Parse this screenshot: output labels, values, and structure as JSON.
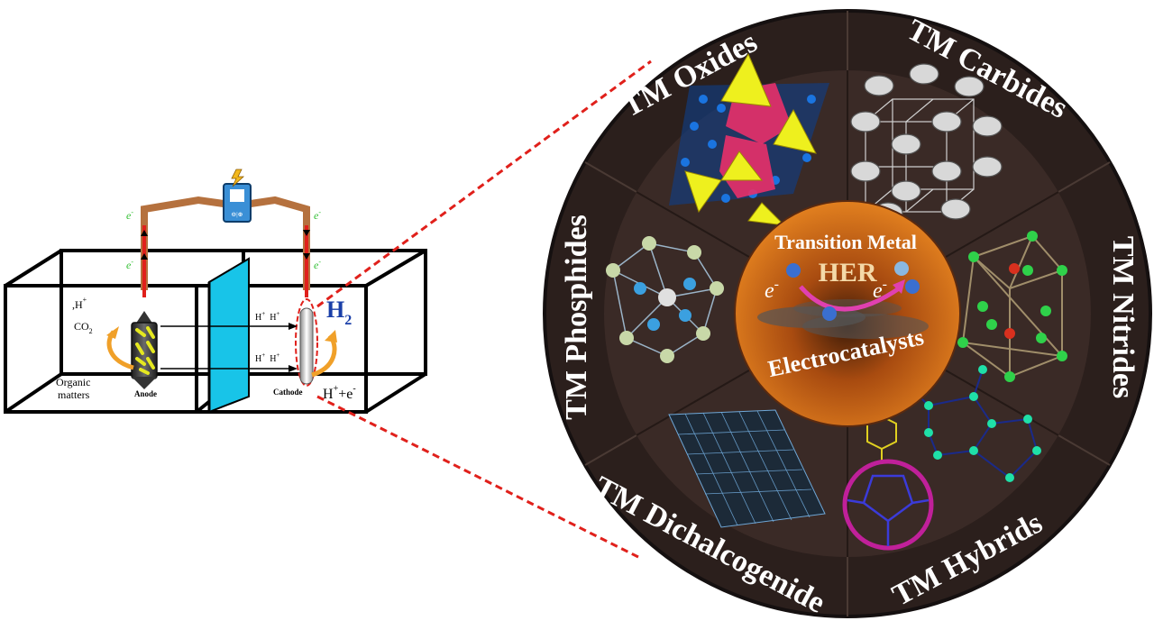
{
  "cell": {
    "proton_co2_top": "H",
    "proton_sup": "+",
    "co2_label": "CO",
    "co2_sub": "2",
    "electron": "e",
    "electron_sup": "-",
    "proton_pair": "H",
    "h2_label": "H",
    "h2_sub": "2",
    "organic_line1": "Organic",
    "organic_line2": "matters",
    "anode_label": "Anode",
    "cathode_label": "Cathode",
    "cathode_reaction": "H",
    "cathode_plus_e": "+e",
    "meter_label": "⊖|⊕"
  },
  "wheel": {
    "center": {
      "top_text": "Transition Metal",
      "her_label": "HER",
      "electron_left": "e",
      "electron_right": "e",
      "bottom_text": "Electrocatalysts"
    },
    "segments": [
      {
        "label": "TM Oxides"
      },
      {
        "label": "TM Carbides"
      },
      {
        "label": "TM Nitrides"
      },
      {
        "label": "TM Hybrids"
      },
      {
        "label": "TM Dichalcogenide"
      },
      {
        "label": "TM Phosphides"
      }
    ]
  },
  "colors": {
    "wheel_bg": "#2b1f1c",
    "inner_bg": "#3a2a26",
    "center_orange": "#d9731e",
    "connector_red": "#e0201b",
    "wire_copper": "#b5713e",
    "membrane_cyan": "#18c4e8"
  }
}
